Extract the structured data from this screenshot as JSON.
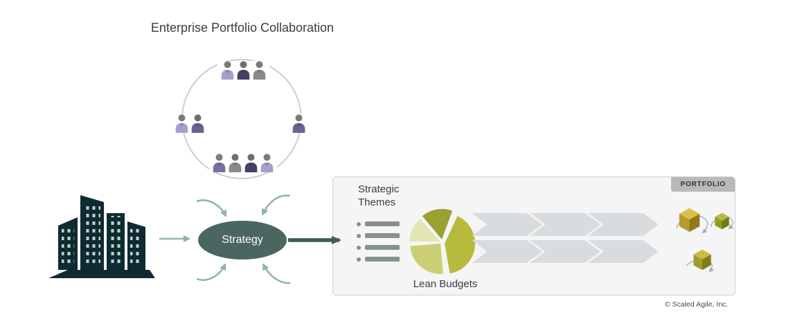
{
  "title": "Enterprise Portfolio Collaboration",
  "strategy_node": {
    "label": "Strategy"
  },
  "portfolio_panel": {
    "tab_label": "PORTFOLIO",
    "strategic_themes_label": "Strategic Themes",
    "lean_budgets_label": "Lean Budgets"
  },
  "copyright": "© Scaled Agile, Inc.",
  "colors": {
    "strategy_fill": "#4a6661",
    "collab_arrow_green": "#8cb6a0",
    "strategy_arrow_dark": "#3e5a55",
    "building_silhouette": "#0e2b31",
    "panel_background": "#f5f5f5",
    "panel_border": "#cfcfcf",
    "portfolio_tab_background": "#b9b9b9",
    "chevron_gray": "#d8dcdf",
    "list_icon_gray_green": "#85918f",
    "pie_olive_dark": "#9ba12f",
    "pie_olive": "#b6bb3e",
    "pie_green_mid": "#cbcf74",
    "pie_green_light": "#e3e5b2",
    "cube_gold": "#dcbe4a",
    "cube_olive": "#b6bb3e",
    "people_gray": "#8a8a8a",
    "people_purple_light": "#a79ecb",
    "people_purple": "#6d6190",
    "people_purple_dark": "#4b3f66"
  },
  "icons": [
    "people-circle-icon",
    "enterprise-buildings-icon",
    "strategic-themes-list-icon",
    "lean-budgets-pie-icon",
    "chevron-arrow-icon",
    "epic-cube-icon",
    "cycle-arrow-icon"
  ]
}
